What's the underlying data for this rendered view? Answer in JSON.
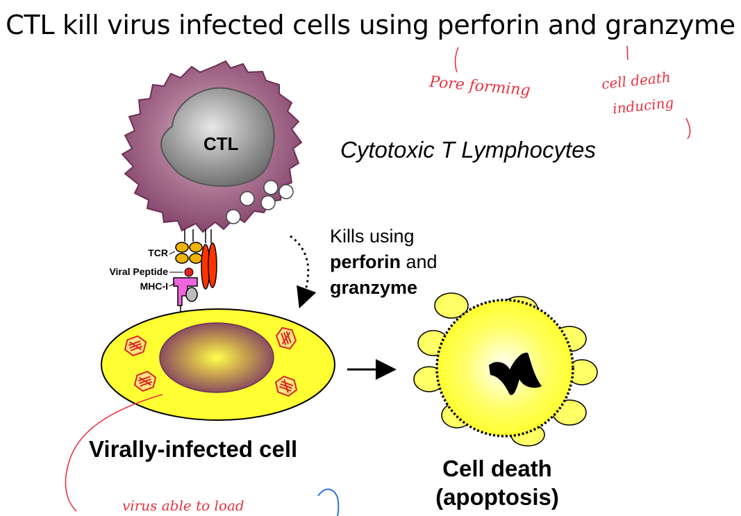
{
  "title": "CTL kill virus infected cells using perforin and granzyme",
  "cell_label": "CTL",
  "cytotoxic_label": "Cytotoxic T Lymphocytes",
  "receptor_labels": {
    "tcr": "TCR",
    "peptide": "Viral Peptide",
    "mhc": "MHC-I"
  },
  "kills": {
    "line1": "Kills using",
    "perforin": "perforin",
    "and": " and",
    "granzyme": "granzyme"
  },
  "infected_label": "Virally-infected cell",
  "death_label": {
    "line1": "Cell death",
    "line2": "(apoptosis)"
  },
  "annotations": {
    "pore": "Pore forming",
    "death_line1": "cell death",
    "death_line2": "inducing",
    "bottom": "virus able to load"
  },
  "colors": {
    "ctl_purple": "#9b5a83",
    "nucleus_gray": "#8a8a8a",
    "yellow": "#ffff33",
    "pen_red": "#e8323f",
    "pen_blue": "#2f6fd6"
  }
}
